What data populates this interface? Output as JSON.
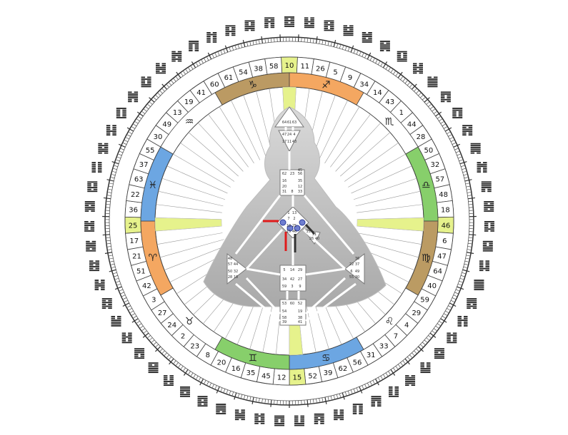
{
  "wheel": {
    "gates": [
      "10",
      "11",
      "26",
      "5",
      "9",
      "34",
      "14",
      "43",
      "1",
      "44",
      "28",
      "50",
      "32",
      "57",
      "48",
      "18",
      "46",
      "6",
      "47",
      "64",
      "40",
      "59",
      "29",
      "4",
      "7",
      "33",
      "31",
      "56",
      "62",
      "39",
      "52",
      "15",
      "12",
      "45",
      "35",
      "16",
      "20",
      "8",
      "23",
      "2",
      "24",
      "27",
      "3",
      "42",
      "51",
      "21",
      "17",
      "25",
      "36",
      "22",
      "63",
      "37",
      "55",
      "30",
      "49",
      "13",
      "19",
      "41",
      "60",
      "61",
      "54",
      "38",
      "58"
    ],
    "highlighted_gates": [
      "10",
      "46",
      "15",
      "25"
    ],
    "highlight_color": "#e6f28c",
    "zodiac": [
      {
        "name": "capricorn",
        "glyph": "♑"
      },
      {
        "name": "sagittarius",
        "glyph": "♐"
      },
      {
        "name": "scorpio",
        "glyph": "♏"
      },
      {
        "name": "libra",
        "glyph": "♎"
      },
      {
        "name": "virgo",
        "glyph": "♍"
      },
      {
        "name": "leo",
        "glyph": "♌"
      },
      {
        "name": "cancer",
        "glyph": "♋"
      },
      {
        "name": "gemini",
        "glyph": "♊"
      },
      {
        "name": "taurus",
        "glyph": "♉"
      },
      {
        "name": "aries",
        "glyph": "♈"
      },
      {
        "name": "pisces",
        "glyph": "♓"
      },
      {
        "name": "aquarius",
        "glyph": "♒"
      }
    ],
    "season_colors": {
      "capricorn": "#a4782f",
      "sagittarius": "#f08a2c",
      "libra": "#5fbf3a",
      "virgo": "#a47a2f",
      "gemini": "#5fbf3a",
      "cancer": "#3b88d8",
      "aries": "#f08a2c",
      "pisces": "#3b88d8"
    }
  },
  "bodygraph": {
    "centers": {
      "head": [
        "64",
        "61",
        "63"
      ],
      "ajna": [
        "47",
        "24",
        "4",
        "17",
        "11",
        "43"
      ],
      "throat": [
        "62",
        "23",
        "56",
        "16",
        "35",
        "20",
        "12",
        "31",
        "8",
        "33",
        "45"
      ],
      "g": [
        "1",
        "13",
        "7",
        "2",
        "10",
        "25",
        "15",
        "46"
      ],
      "heart": [
        "21",
        "51",
        "26",
        "40"
      ],
      "spleen": [
        "48",
        "57",
        "44",
        "50",
        "32",
        "28",
        "18"
      ],
      "sacral": [
        "5",
        "14",
        "29",
        "34",
        "27",
        "59",
        "3",
        "9",
        "42"
      ],
      "solar": [
        "36",
        "22",
        "37",
        "6",
        "49",
        "55",
        "30"
      ],
      "root": [
        "53",
        "60",
        "52",
        "54",
        "19",
        "58",
        "38",
        "39",
        "41"
      ]
    }
  }
}
